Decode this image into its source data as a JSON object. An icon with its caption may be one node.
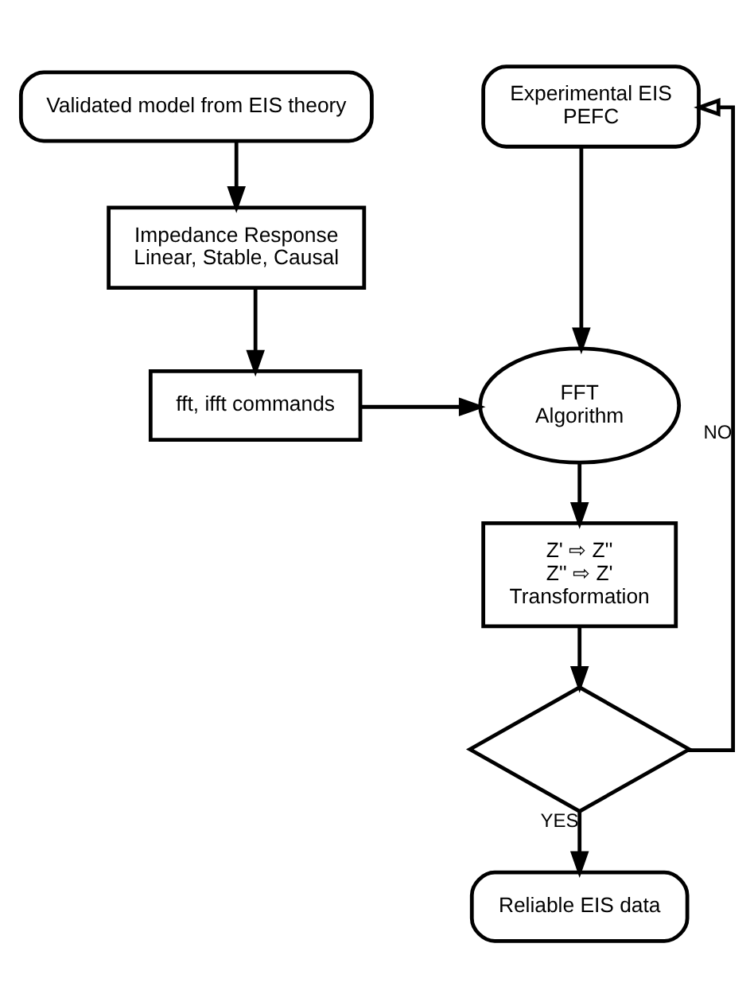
{
  "diagram": {
    "nodes": [
      {
        "text": [
          "Validated model from EIS theory"
        ]
      },
      {
        "text": [
          "Impedance Response",
          "Linear, Stable, Causal"
        ]
      },
      {
        "text": [
          "fft, ifft commands"
        ]
      },
      {
        "text": [
          "Experimental EIS",
          "PEFC"
        ]
      },
      {
        "text": [
          "FFT",
          "Algorithm"
        ]
      },
      {
        "text": [
          "Z' ⇨ Z''",
          "Z'' ⇨ Z'",
          "Transformation"
        ]
      },
      {
        "text": [],
        "shape": "diamond"
      },
      {
        "text": [
          "Reliable EIS data"
        ]
      }
    ],
    "edges": [
      {
        "from": 0,
        "to": 1,
        "arrow": "to"
      },
      {
        "from": 1,
        "to": 2,
        "arrow": "to"
      },
      {
        "from": 2,
        "to": 4,
        "arrow": "to"
      },
      {
        "from": 3,
        "to": 4,
        "arrow": "to"
      },
      {
        "from": 4,
        "to": 5,
        "arrow": "to"
      },
      {
        "from": 5,
        "to": 6,
        "arrow": "to"
      },
      {
        "from": 6,
        "to": 7,
        "label": "YES",
        "arrow": "to"
      },
      {
        "from": 6,
        "to": 3,
        "label": "NO",
        "arrow": "to"
      }
    ]
  }
}
